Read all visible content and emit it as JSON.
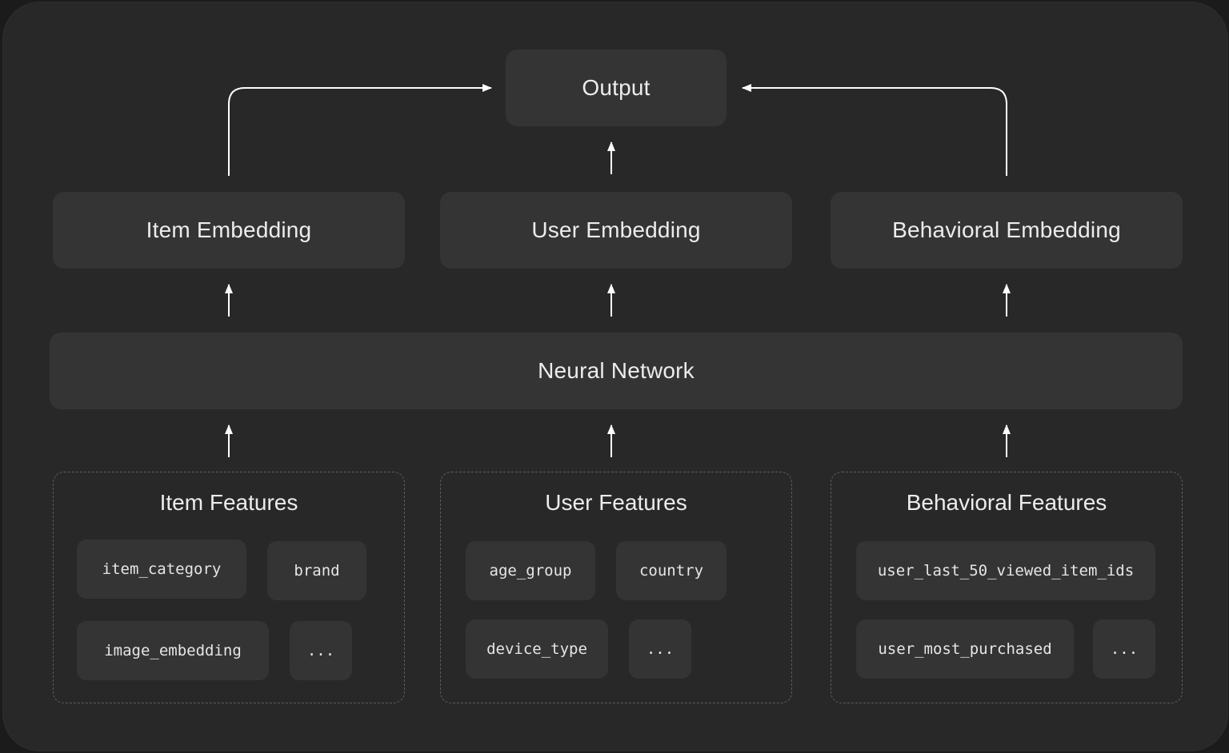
{
  "output": {
    "label": "Output"
  },
  "embeddings": {
    "item": "Item Embedding",
    "user": "User Embedding",
    "behavioral": "Behavioral Embedding"
  },
  "network": {
    "label": "Neural Network"
  },
  "feature_groups": {
    "item": {
      "title": "Item Features",
      "chips": [
        "item_category",
        "brand",
        "image_embedding",
        "..."
      ]
    },
    "user": {
      "title": "User Features",
      "chips": [
        "age_group",
        "country",
        "device_type",
        "..."
      ]
    },
    "behavioral": {
      "title": "Behavioral Features",
      "chips": [
        "user_last_50_viewed_item_ids",
        "user_most_purchased",
        "..."
      ]
    }
  },
  "colors": {
    "background": "#282828",
    "box": "#343434",
    "text": "#ececec",
    "arrow": "#ffffff",
    "dashed_border": "#5e5e5e"
  }
}
